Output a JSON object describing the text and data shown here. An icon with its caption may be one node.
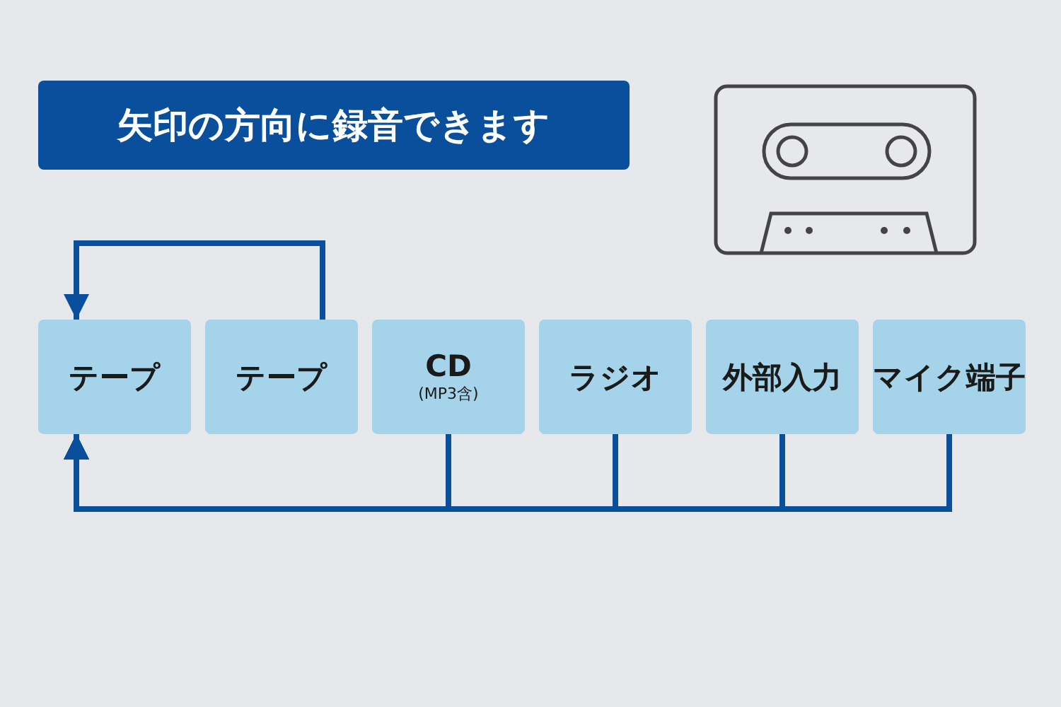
{
  "diagram": {
    "title": "矢印の方向に録音できます",
    "nodes": [
      {
        "text": [
          "テープ"
        ]
      },
      {
        "text": [
          "テープ"
        ]
      },
      {
        "text": [
          "CD",
          "(MP3含)"
        ]
      },
      {
        "text": [
          "ラジオ"
        ]
      },
      {
        "text": [
          "外部入力"
        ]
      },
      {
        "text": [
          "マイク端子"
        ]
      }
    ],
    "edges": [
      {
        "from": 1,
        "to": 0,
        "arrow": "to"
      },
      {
        "from": 2,
        "to": 0,
        "arrow": "to"
      },
      {
        "from": 3,
        "to": 0,
        "arrow": "to"
      },
      {
        "from": 4,
        "to": 0,
        "arrow": "to"
      },
      {
        "from": 5,
        "to": 0,
        "arrow": "to"
      }
    ]
  }
}
